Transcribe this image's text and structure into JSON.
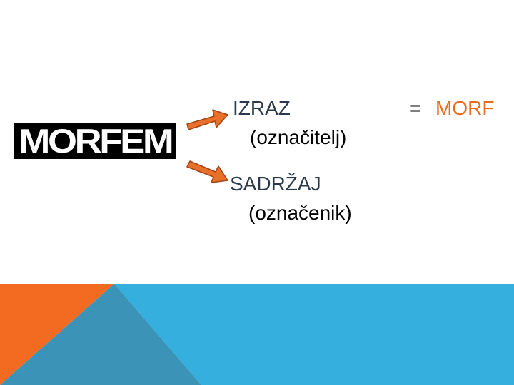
{
  "logo": {
    "text": "MORFEM"
  },
  "diagram": {
    "izraz": "IZRAZ",
    "oznacitelj": "(označitelj)",
    "sadrzaj": "SADRŽAJ",
    "oznacenik": "(označenik)",
    "equals": "=",
    "morf": "MORF"
  },
  "colors": {
    "arrow_fill": "#e8702a",
    "arrow_stroke": "#a04515",
    "orange": "#f26b21",
    "blue_light": "#35afde",
    "blue_dark": "#3b94b8",
    "morf_text": "#e86a1a"
  }
}
